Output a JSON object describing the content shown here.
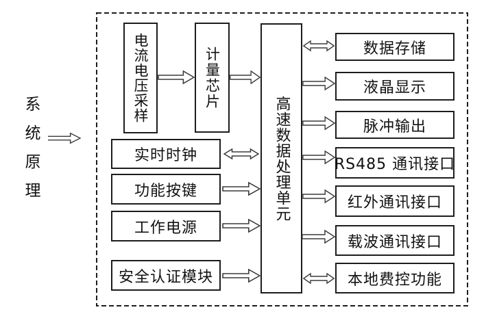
{
  "diagram": {
    "side_label": "系统原理",
    "sampling_box": "电流电压采样",
    "metering_box": "计量芯片",
    "cpu_box": "高速数据处理单元",
    "left_boxes": [
      "实时时钟",
      "功能按键",
      "工作电源",
      "安全认证模块"
    ],
    "right_boxes": [
      "数据存储",
      "液晶显示",
      "脉冲输出",
      "RS485 通讯接口",
      "红外通讯接口",
      "载波通讯接口",
      "本地费控功能"
    ],
    "colors": {
      "line": "#1c1c1c",
      "arrow": "#3a3a3a",
      "background": "#ffffff"
    }
  }
}
